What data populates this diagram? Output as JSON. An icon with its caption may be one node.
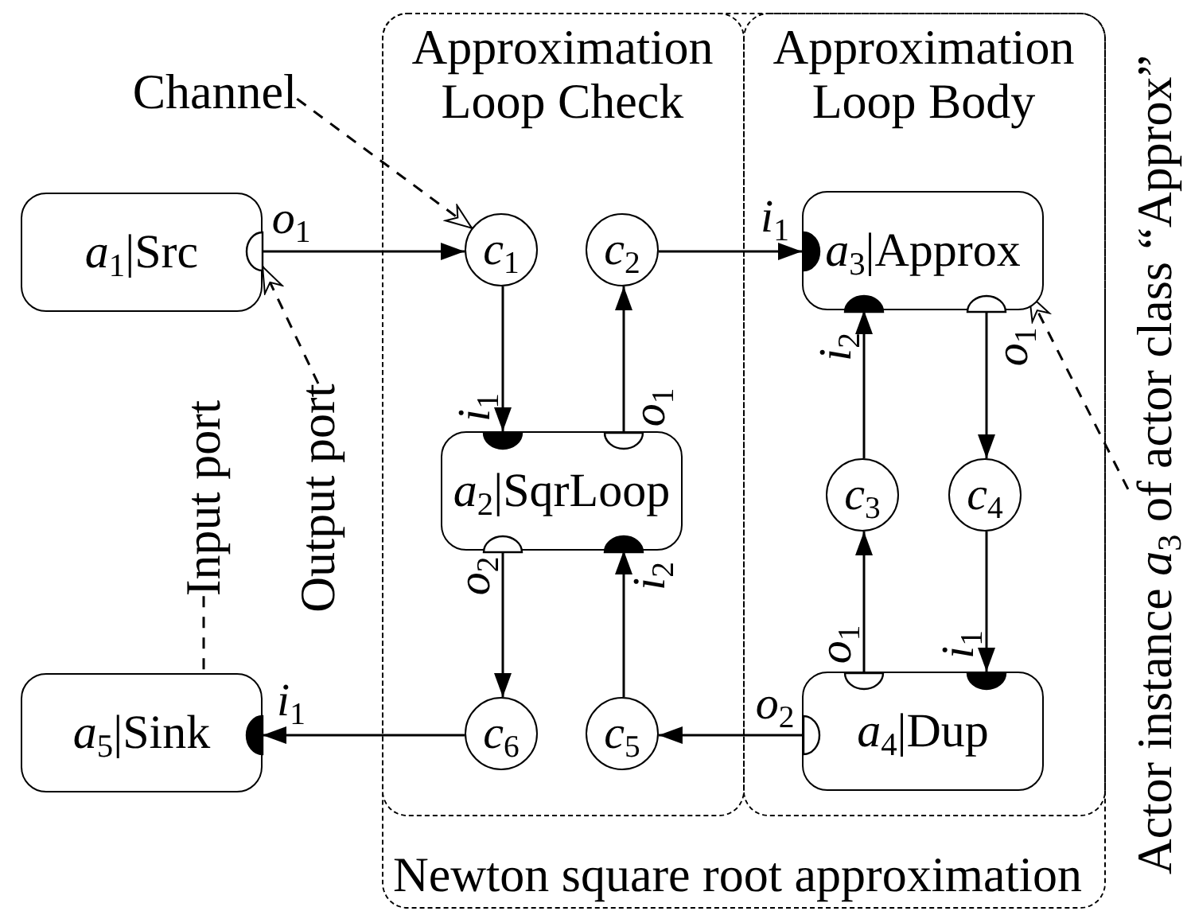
{
  "diagram": {
    "nodes": [
      {
        "text": [
          "Newton square root approximation"
        ]
      },
      {
        "text": [
          "Approximation Loop Check"
        ],
        "in": 0
      },
      {
        "text": [
          "Approximation Loop Body"
        ],
        "in": 0
      },
      {
        "text": [
          "*a*$_{1}$|Src"
        ]
      },
      {
        "text": [
          "*c*$_{1}$"
        ],
        "in": 1
      },
      {
        "text": [
          "*c*$_{2}$"
        ],
        "in": 1
      },
      {
        "text": [
          "*a*$_{2}$|SqrLoop"
        ],
        "in": 1
      },
      {
        "text": [
          "*a*$_{3}$|Approx"
        ],
        "in": 2
      },
      {
        "text": [
          "*c*$_{3}$"
        ],
        "in": 2
      },
      {
        "text": [
          "*c*$_{4}$"
        ],
        "in": 2
      },
      {
        "text": [
          "*a*$_{4}$|Dup"
        ],
        "in": 2
      },
      {
        "text": [
          "*c*$_{6}$"
        ],
        "in": 1
      },
      {
        "text": [
          "*c*$_{5}$"
        ],
        "in": 1
      },
      {
        "text": [
          "*a*$_{5}$|Sink"
        ]
      },
      {
        "text": [
          "Channel"
        ]
      },
      {
        "text": [
          "Output port"
        ]
      },
      {
        "text": [
          "Input port"
        ]
      },
      {
        "text": [
          "Actor instance *a*$_{3}$ of actor class “Approx”"
        ]
      }
    ],
    "edges": [
      {
        "from": 3,
        "to": 4,
        "arrow": "to",
        "label": "*o*$_{1}$"
      },
      {
        "from": 4,
        "to": 6,
        "arrow": "to",
        "label": "*i*$_{1}$"
      },
      {
        "from": 6,
        "to": 5,
        "arrow": "to",
        "label": "*o*$_{1}$"
      },
      {
        "from": 5,
        "to": 7,
        "arrow": "to",
        "label": "*i*$_{1}$"
      },
      {
        "from": 7,
        "to": 9,
        "arrow": "to",
        "label": "*o*$_{1}$"
      },
      {
        "from": 9,
        "to": 10,
        "arrow": "to",
        "label": "*i*$_{1}$"
      },
      {
        "from": 10,
        "to": 8,
        "arrow": "to",
        "label": "*o*$_{1}$"
      },
      {
        "from": 8,
        "to": 7,
        "arrow": "to",
        "label": "*i*$_{2}$"
      },
      {
        "from": 10,
        "to": 12,
        "arrow": "to",
        "label": "*o*$_{2}$"
      },
      {
        "from": 12,
        "to": 6,
        "arrow": "to",
        "label": "*i*$_{2}$"
      },
      {
        "from": 6,
        "to": 11,
        "arrow": "to",
        "label": "*o*$_{2}$"
      },
      {
        "from": 11,
        "to": 13,
        "arrow": "to",
        "label": "*i*$_{1}$"
      },
      {
        "from": 14,
        "to": 4,
        "arrow": "to",
        "style": "dashed"
      },
      {
        "from": 15,
        "to": 3,
        "arrow": "to",
        "style": "dashed"
      },
      {
        "from": 16,
        "to": 13,
        "arrow": "to",
        "style": "dashed"
      },
      {
        "from": 17,
        "to": 7,
        "arrow": "to",
        "style": "dashed"
      }
    ]
  }
}
